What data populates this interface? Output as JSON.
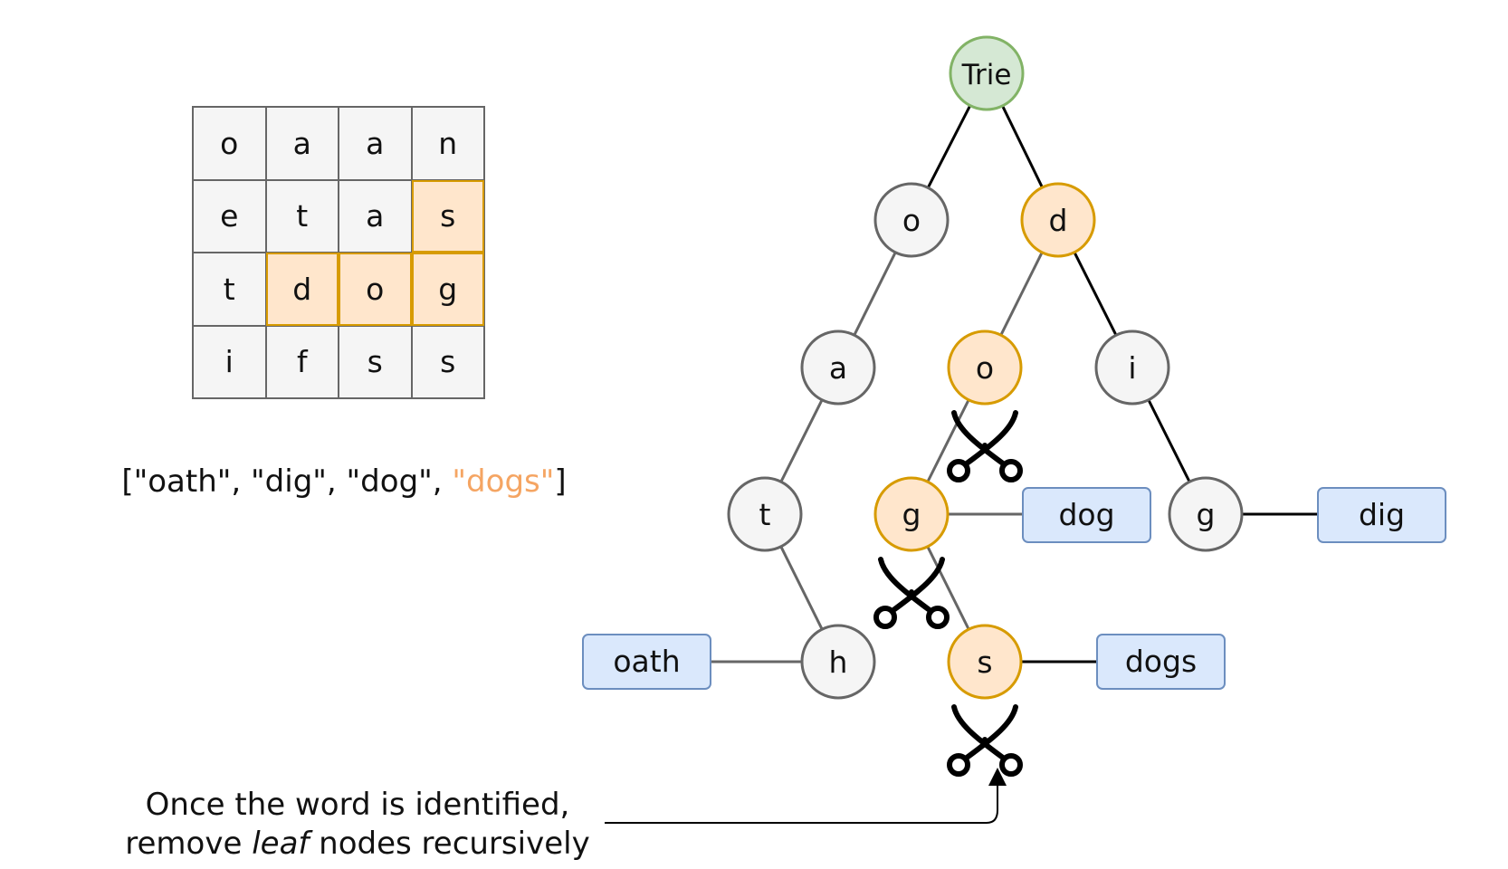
{
  "grid": {
    "rows": [
      [
        "o",
        "a",
        "a",
        "n"
      ],
      [
        "e",
        "t",
        "a",
        "s"
      ],
      [
        "t",
        "d",
        "o",
        "g"
      ],
      [
        "i",
        "f",
        "s",
        "s"
      ]
    ],
    "highlighted_cells": [
      [
        1,
        3
      ],
      [
        2,
        1
      ],
      [
        2,
        2
      ],
      [
        2,
        3
      ]
    ]
  },
  "word_list": {
    "open": "[",
    "items": [
      {
        "text": "\"oath\"",
        "highlight": false
      },
      {
        "text": "\"dig\"",
        "highlight": false
      },
      {
        "text": "\"dog\"",
        "highlight": false
      },
      {
        "text": "\"dogs\"",
        "highlight": true
      }
    ],
    "separator": ", ",
    "close": "]"
  },
  "trie": {
    "nodes": [
      {
        "id": "root",
        "label": "Trie",
        "style": "root"
      },
      {
        "id": "o1",
        "label": "o",
        "style": "normal"
      },
      {
        "id": "d1",
        "label": "d",
        "style": "highlight"
      },
      {
        "id": "a1",
        "label": "a",
        "style": "normal"
      },
      {
        "id": "o2",
        "label": "o",
        "style": "highlight"
      },
      {
        "id": "i1",
        "label": "i",
        "style": "normal"
      },
      {
        "id": "t1",
        "label": "t",
        "style": "normal"
      },
      {
        "id": "g1",
        "label": "g",
        "style": "highlight"
      },
      {
        "id": "g2",
        "label": "g",
        "style": "normal"
      },
      {
        "id": "h1",
        "label": "h",
        "style": "normal"
      },
      {
        "id": "s1",
        "label": "s",
        "style": "highlight"
      }
    ],
    "edges": [
      {
        "from": "root",
        "to": "o1",
        "tone": "dark"
      },
      {
        "from": "root",
        "to": "d1",
        "tone": "dark"
      },
      {
        "from": "o1",
        "to": "a1",
        "tone": "gray"
      },
      {
        "from": "d1",
        "to": "o2",
        "tone": "gray"
      },
      {
        "from": "d1",
        "to": "i1",
        "tone": "dark"
      },
      {
        "from": "a1",
        "to": "t1",
        "tone": "gray"
      },
      {
        "from": "o2",
        "to": "g1",
        "tone": "gray"
      },
      {
        "from": "i1",
        "to": "g2",
        "tone": "dark"
      },
      {
        "from": "t1",
        "to": "h1",
        "tone": "gray"
      },
      {
        "from": "g1",
        "to": "s1",
        "tone": "gray"
      }
    ],
    "word_boxes": [
      {
        "label": "oath",
        "node": "h1",
        "tone": "gray"
      },
      {
        "label": "dog",
        "node": "g1",
        "tone": "gray"
      },
      {
        "label": "dig",
        "node": "g2",
        "tone": "dark"
      },
      {
        "label": "dogs",
        "node": "s1",
        "tone": "dark"
      }
    ],
    "scissors_under": [
      "o2",
      "g1",
      "s1"
    ]
  },
  "annotation": {
    "line1": "Once the word is identified,",
    "line2_before": "remove ",
    "line2_em": "leaf",
    "line2_after": " nodes recursively"
  },
  "colors": {
    "root_fill": "#d5e8d4",
    "root_stroke": "#82b366",
    "node_fill": "#f5f5f5",
    "node_stroke": "#666666",
    "hl_fill": "#ffe6cc",
    "hl_stroke": "#d79b00",
    "box_fill": "#dae8fc",
    "box_stroke": "#6c8ebf",
    "edge_dark": "#000000",
    "edge_gray": "#666666",
    "word_highlight": "#f5a563"
  }
}
